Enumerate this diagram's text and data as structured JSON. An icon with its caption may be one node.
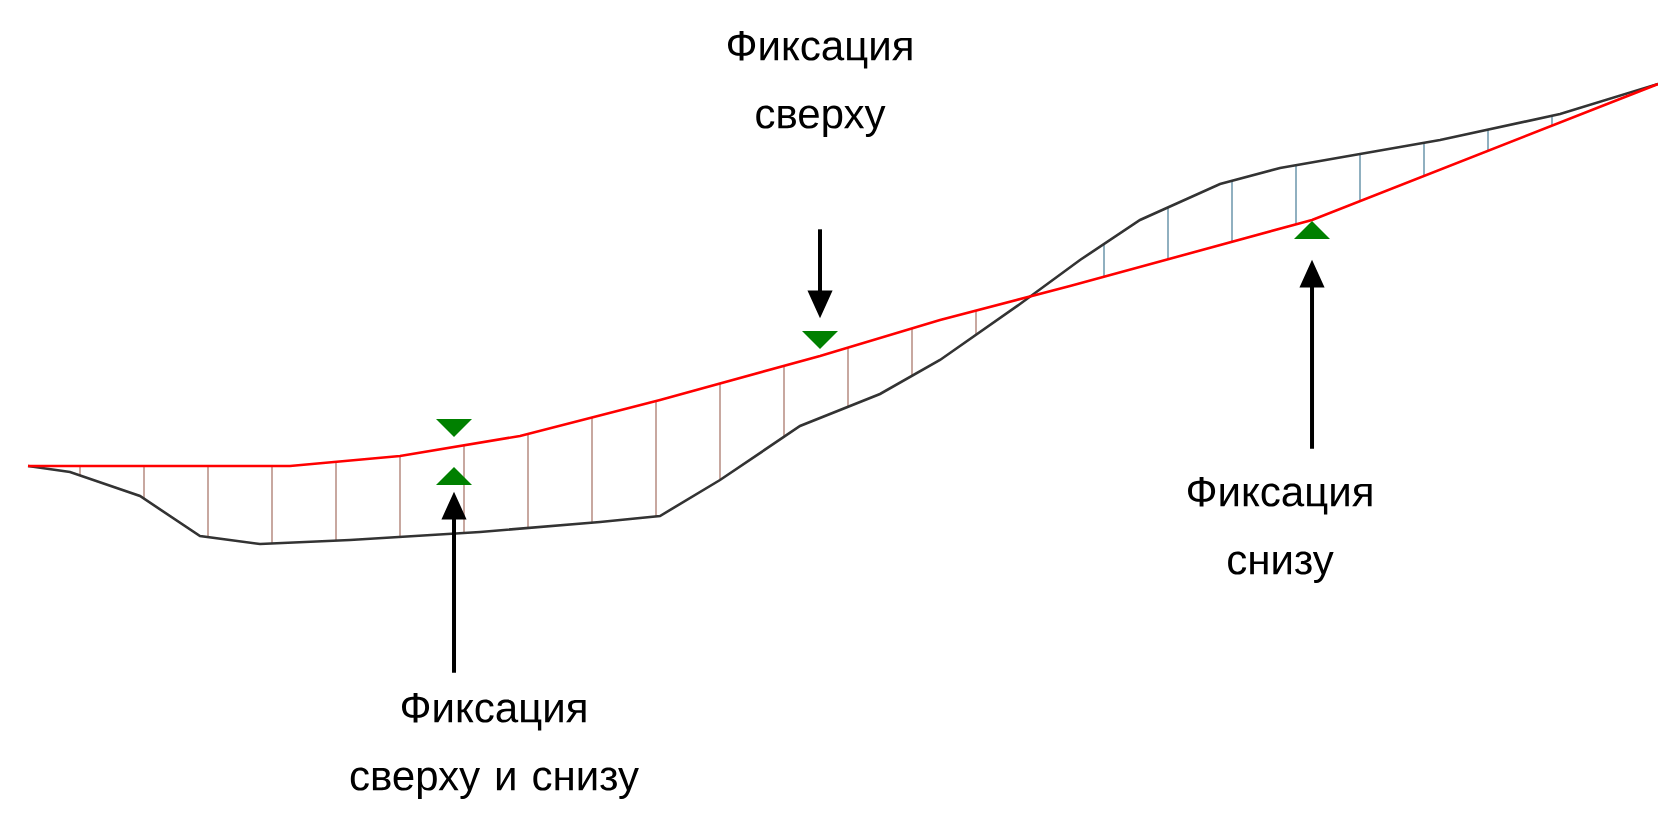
{
  "diagram": {
    "nodes": [
      {
        "text": [
          "Фиксация сверху"
        ]
      },
      {
        "text": [],
        "shape": "triangle"
      },
      {
        "text": [
          "Фиксация снизу"
        ]
      },
      {
        "text": [],
        "shape": "triangle"
      },
      {
        "text": [
          "Фиксация сверху и снизу"
        ]
      },
      {
        "text": [],
        "shape": "triangle"
      }
    ],
    "edges": [
      {
        "from": 0,
        "to": 1,
        "arrow": "to"
      },
      {
        "from": 2,
        "to": 3,
        "arrow": "to"
      },
      {
        "from": 4,
        "to": 5,
        "arrow": "to"
      }
    ]
  }
}
